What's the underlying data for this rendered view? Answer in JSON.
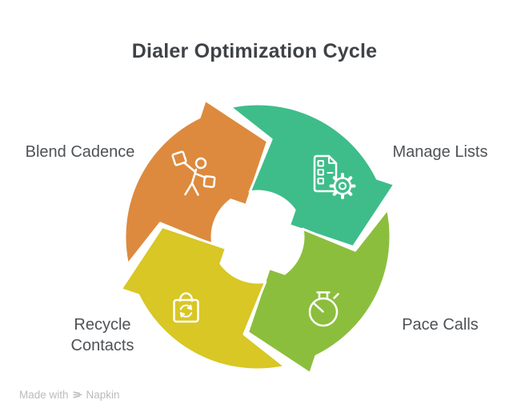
{
  "title": "Dialer Optimization Cycle",
  "diagram": {
    "type": "cycle",
    "direction": "clockwise",
    "segments": [
      {
        "label": "Blend Cadence",
        "position": "top-left",
        "color": "#DD8A3E",
        "icon": "person-juggling-icon"
      },
      {
        "label": "Manage Lists",
        "position": "top-right",
        "color": "#3EBD8A",
        "icon": "list-gear-icon"
      },
      {
        "label": "Pace Calls",
        "position": "bottom-right",
        "color": "#8CBE3D",
        "icon": "stopwatch-icon"
      },
      {
        "label": "Recycle Contacts",
        "position": "bottom-left",
        "color": "#D8C724",
        "icon": "bag-recycle-icon"
      }
    ]
  },
  "colors": {
    "title_text": "#3F4246",
    "label_text": "#4E5256",
    "footer_text": "#B9BBBD",
    "background": "#FFFFFF"
  },
  "footer": {
    "made_with": "Made with",
    "brand": "Napkin"
  }
}
